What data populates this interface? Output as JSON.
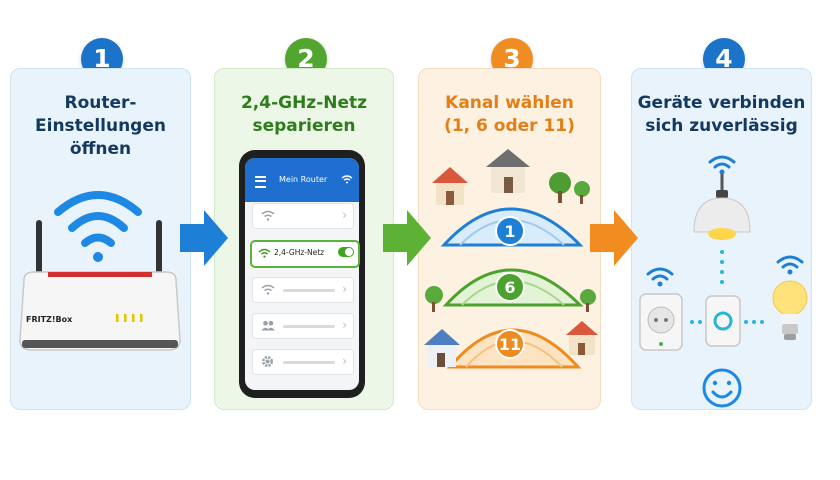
{
  "colors": {
    "blue": "#1b74c9",
    "green": "#52a52f",
    "orange": "#ef8d22",
    "dark_text": "#13395e"
  },
  "steps": [
    {
      "number": "1",
      "title": "Router-\nEinstellungen\nöffnen"
    },
    {
      "number": "2",
      "title": "2,4-GHz-Netz\nseparieren"
    },
    {
      "number": "3",
      "title": "Kanal wählen\n(1, 6 oder 11)"
    },
    {
      "number": "4",
      "title": "Geräte verbinden\nsich zuverlässig"
    }
  ],
  "router": {
    "brand": "FRITZ!Box"
  },
  "phone": {
    "app_title": "Mein Router",
    "network_name": "2,4-GHz-Netz",
    "toggle_on": true,
    "menu_icons": [
      "wifi-icon",
      "wifi-icon",
      "wifi-icon",
      "users-icon",
      "gear-icon"
    ]
  },
  "channels": [
    "1",
    "6",
    "11"
  ],
  "devices": [
    "smart-plug-icon",
    "hub-icon",
    "ceiling-lamp-icon",
    "light-bulb-icon",
    "smiley-icon"
  ]
}
